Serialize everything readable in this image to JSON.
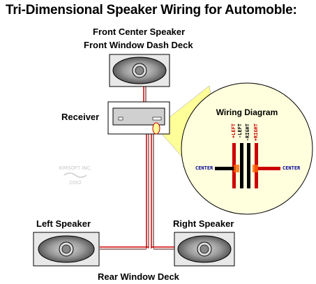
{
  "title": "Tri-Dimensional Speaker Wiring for Automoble:",
  "labels": {
    "front_center": "Front Center Speaker",
    "front_window": "Front Window Dash Deck",
    "receiver": "Receiver",
    "left_speaker": "Left Speaker",
    "right_speaker": "Right Speaker",
    "rear_window": "Rear Window Deck"
  },
  "wiring_diagram": {
    "title": "Wiring Diagram",
    "left_center": "CENTER",
    "right_center": "CENTER",
    "plus_left": "+LEFT",
    "minus_left": "-LEFT",
    "minus_right": "-RIGHT",
    "plus_right": "+RIGHT"
  },
  "watermark": {
    "line1": "KIMSOFT INC.",
    "line2": "2002"
  },
  "colors": {
    "wire_red": "#cc0000",
    "wire_dark_red": "#990000",
    "callout_yellow": "#ffff99",
    "circle_fill": "#ffffdd",
    "center_blue": "#000099",
    "speaker_gray": "#b8b8b8"
  }
}
